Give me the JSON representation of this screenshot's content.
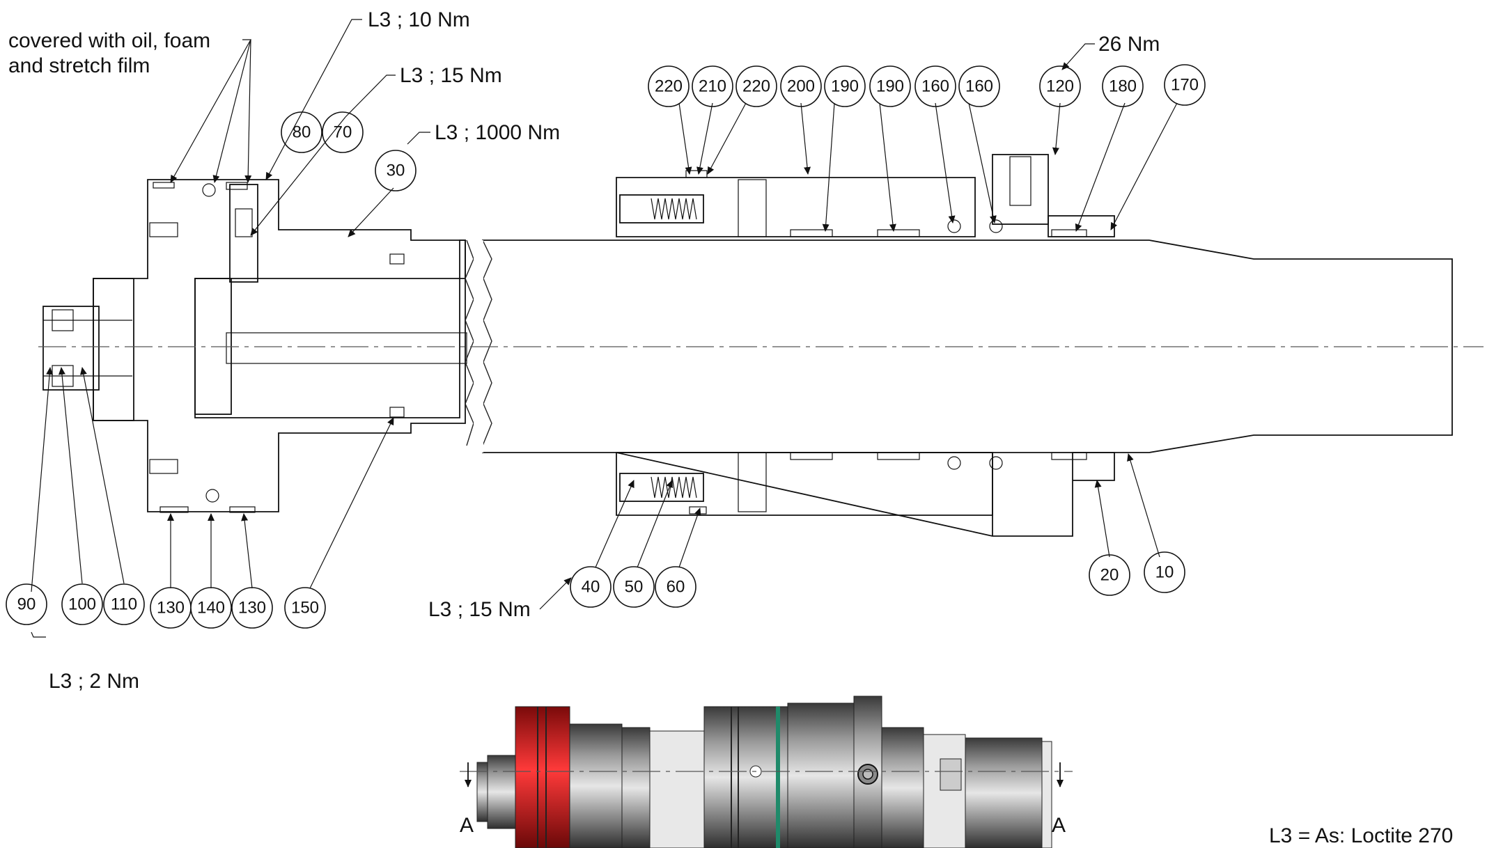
{
  "notes": {
    "coating": [
      "covered with oil, foam",
      "and stretch film"
    ],
    "l3_10": "L3 ; 10 Nm",
    "l3_15_top": "L3 ; 15 Nm",
    "l3_1000": "L3 ; 1000 Nm",
    "nm_26": "26 Nm",
    "l3_15_bottom": "L3 ; 15 Nm",
    "l3_2": "L3 ; 2 Nm",
    "legend": "L3 = As: Loctite 270"
  },
  "balloons_top": [
    "220",
    "210",
    "220",
    "200",
    "190",
    "190",
    "160",
    "160",
    "120",
    "180",
    "170"
  ],
  "balloons_left_top": [
    "80",
    "70",
    "30"
  ],
  "balloons_bottom_left": [
    "90",
    "100",
    "110",
    "130",
    "140",
    "130",
    "150"
  ],
  "balloons_bottom_mid": [
    "40",
    "50",
    "60"
  ],
  "balloons_bottom_right": [
    "20",
    "10"
  ],
  "section_marks": [
    "A",
    "A"
  ],
  "colors": {
    "red_band": "#d42020",
    "green_band": "#1f8a6a",
    "steel_dark": "#5a5a5a",
    "steel_light": "#e2e2e2"
  }
}
